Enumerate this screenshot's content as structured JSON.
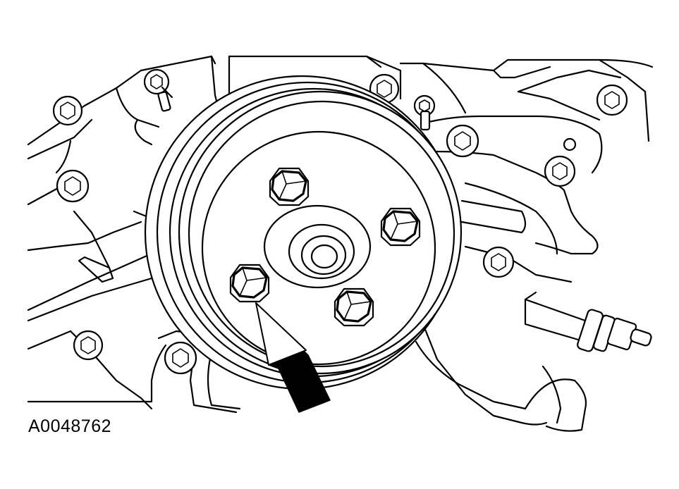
{
  "figure": {
    "code": "A0048762"
  },
  "components": {
    "pulley_bolts": 4,
    "callout": "arrow-pointing-to-lower-left-pulley-bolt"
  },
  "colors": {
    "line": "#000000",
    "background": "#ffffff"
  }
}
